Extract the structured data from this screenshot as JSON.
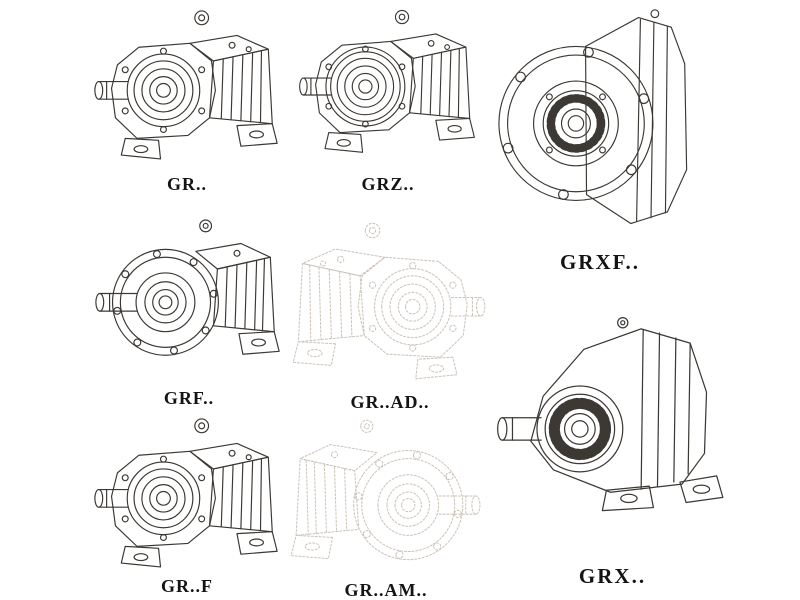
{
  "colors": {
    "background": "#ffffff",
    "ink": "#3c3833",
    "phantom_ink": "#cbc3b9"
  },
  "models": [
    {
      "label": "GR..",
      "drawing": "helical-gearbox-foot-mounted",
      "line_style": "solid"
    },
    {
      "label": "GRZ..",
      "drawing": "helical-gearbox-foot-mounted",
      "line_style": "solid"
    },
    {
      "label": "GRXF..",
      "drawing": "large-helical-gearbox-flange-mounted",
      "line_style": "solid"
    },
    {
      "label": "GRF..",
      "drawing": "helical-gearbox-flange-mounted",
      "line_style": "solid"
    },
    {
      "label": "GR..AD..",
      "drawing": "helical-gearbox-with-input-shaft-adapter",
      "line_style": "phantom"
    },
    {
      "label": "GR..F",
      "drawing": "helical-gearbox-foot-mounted",
      "line_style": "solid"
    },
    {
      "label": "GR..AM..",
      "drawing": "helical-gearbox-with-motor-adapter",
      "line_style": "phantom"
    },
    {
      "label": "GRX..",
      "drawing": "large-helical-gearbox-foot-mounted",
      "line_style": "solid"
    }
  ]
}
